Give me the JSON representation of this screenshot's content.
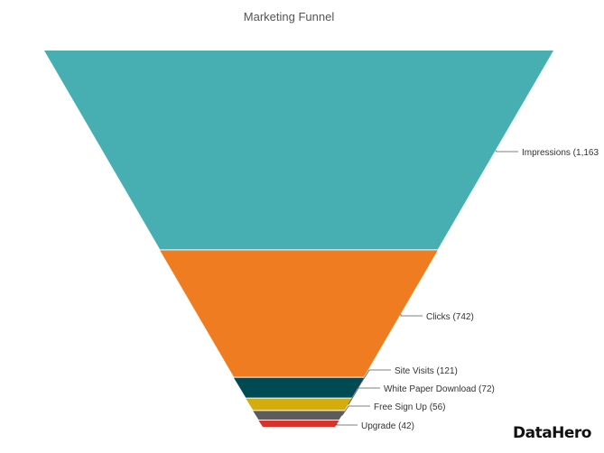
{
  "chart_data": {
    "type": "funnel",
    "title": "Marketing Funnel",
    "stages": [
      {
        "label": "Impressions (1,163",
        "value": 1163,
        "color": "#47aeb2"
      },
      {
        "label": "Clicks (742)",
        "value": 742,
        "color": "#f07c22"
      },
      {
        "label": "Site Visits (121)",
        "value": 121,
        "color": "#004a54"
      },
      {
        "label": "White Paper Download (72)",
        "value": 72,
        "color": "#d4ad0d"
      },
      {
        "label": "Free Sign Up (56)",
        "value": 56,
        "color": "#5c5c5c"
      },
      {
        "label": "Upgrade (42)",
        "value": 42,
        "color": "#d9322b"
      }
    ]
  },
  "brand": {
    "text": "DataHero"
  }
}
